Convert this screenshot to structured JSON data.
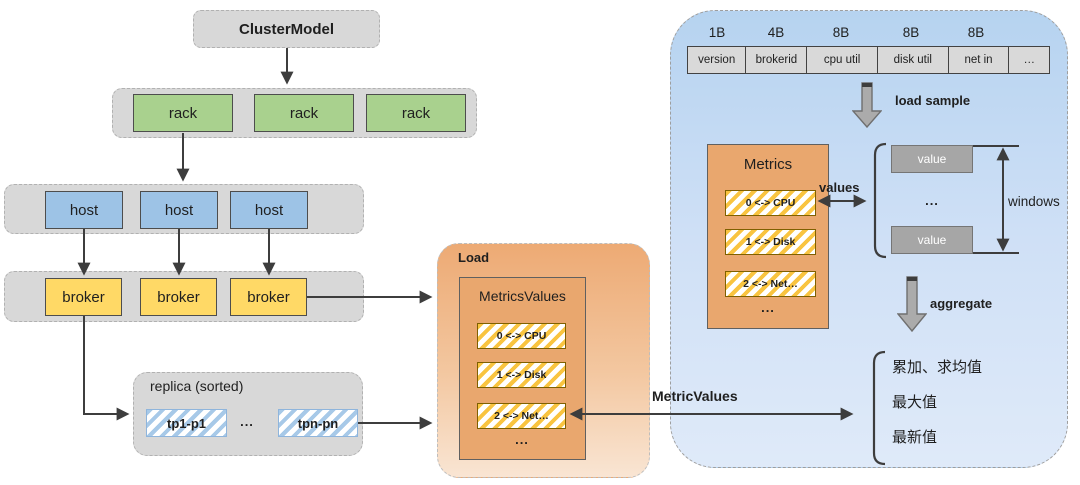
{
  "left": {
    "cluster_model": "ClusterModel",
    "racks": [
      "rack",
      "rack",
      "rack"
    ],
    "hosts": [
      "host",
      "host",
      "host"
    ],
    "brokers": [
      "broker",
      "broker",
      "broker"
    ],
    "replica": {
      "title": "replica (sorted)",
      "items": [
        "tp1-p1",
        "tpn-pn"
      ],
      "ellipsis": "..."
    },
    "load": {
      "title": "Load",
      "metrics_values": {
        "title": "MetricsValues",
        "rows": [
          "0 <-> CPU",
          "1 <-> Disk",
          "2 <-> Net…"
        ],
        "ellipsis": "..."
      }
    }
  },
  "right": {
    "record": {
      "sizes": [
        "1B",
        "4B",
        "8B",
        "8B",
        "8B"
      ],
      "fields": [
        "version",
        "brokerid",
        "cpu util",
        "disk util",
        "net in",
        "…"
      ]
    },
    "load_sample_label": "load sample",
    "metrics": {
      "title": "Metrics",
      "rows": [
        "0 <-> CPU",
        "1 <-> Disk",
        "2 <-> Net…"
      ],
      "ellipsis": "..."
    },
    "values_label": "values",
    "windows": {
      "items": [
        "value",
        "value"
      ],
      "ellipsis": "...",
      "label": "windows"
    },
    "aggregate_label": "aggregate",
    "metric_values_label": "MetricValues",
    "aggregations": [
      "累加、求均值",
      "最大值",
      "最新值"
    ]
  },
  "colors": {
    "rack_fill": "#a9d18e",
    "host_fill": "#9dc3e6",
    "broker_fill": "#ffd966",
    "stripe_yellow": "#f9c440",
    "stripe_blue": "#a7c9e8",
    "orange_box": "#e9a76e",
    "gray_container": "#d8d8d8",
    "value_box": "#a6a6a6",
    "blue_panel_top": "#b6d3f0",
    "blue_panel_bottom": "#dfeaf9",
    "load_panel_top": "#edaa74",
    "load_panel_bottom": "#f9e5d3",
    "arrow": "#3d3d3d"
  }
}
